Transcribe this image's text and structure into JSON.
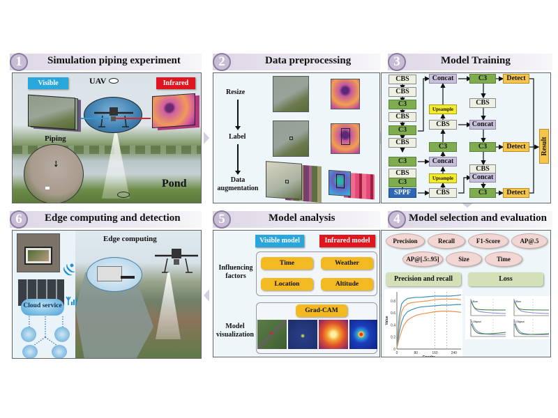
{
  "panels": [
    {
      "number": "1",
      "title": "Simulation piping experiment",
      "labels": {
        "visible": "Visible",
        "uav": "UAV",
        "infrared": "Infrared",
        "piping": "Piping",
        "pond": "Pond"
      }
    },
    {
      "number": "2",
      "title": "Data preprocessing",
      "steps": [
        "Resize",
        "Label",
        "Data augmentation"
      ]
    },
    {
      "number": "3",
      "title": "Model Training",
      "backbone": [
        "CBS",
        "CBS",
        "C3",
        "CBS",
        "C3",
        "CBS",
        "C3",
        "CBS",
        "C3",
        "SPPF"
      ],
      "neck_col1": [
        "Concat",
        "Upsample",
        "CBS",
        "C3",
        "Concat",
        "Upsample",
        "CBS"
      ],
      "neck_col2": [
        "C3",
        "CBS",
        "Concat",
        "C3",
        "CBS",
        "Concat",
        "C3"
      ],
      "heads": [
        "Detect",
        "Detect",
        "Detect"
      ],
      "result": "Result"
    },
    {
      "number": "4",
      "title": "Model selection and evaluation",
      "metrics_row1": [
        "Precision",
        "Recall",
        "F1-Score",
        "AP@.5"
      ],
      "metrics_row2": [
        "AP@[.5:.95]",
        "Size",
        "Time"
      ],
      "buttons": [
        "Precision and recall",
        "Loss"
      ],
      "loss_subplot_titles": [
        "Box",
        "Object",
        "Box",
        "Object"
      ]
    },
    {
      "number": "5",
      "title": "Model analysis",
      "model_tags": [
        "Visible model",
        "Infrared model"
      ],
      "influencing_label": "Influencing factors",
      "factors": [
        "Time",
        "Weather",
        "Location",
        "Altitude"
      ],
      "visualization_label": "Model visualization",
      "gradcam": "Grad-CAM"
    },
    {
      "number": "6",
      "title": "Edge computing and detection",
      "edge_label": "Edge computing",
      "cloud_label": "Cloud service"
    }
  ],
  "colors": {
    "visible_tag": "#29a6dc",
    "infrared_tag": "#e0161e",
    "c3": "#7fac4e",
    "concat": "#c9c0dc",
    "upsample": "#f4ec2a",
    "detect": "#f7c54c",
    "sppf": "#2d68b4",
    "factor": "#f3b923",
    "metric": "#f1d6d3",
    "series_blue": "#3b8fc0",
    "series_orange": "#f0914a"
  },
  "chart_data": {
    "type": "line",
    "title": "",
    "xlabel": "Epochs",
    "ylabel": "Value",
    "xlim": [
      0,
      270
    ],
    "ylim": [
      0,
      0.95
    ],
    "xticks": [
      "0",
      "80",
      "160",
      "240"
    ],
    "yticks": [
      "0",
      "0.2",
      "0.4",
      "0.6",
      "0.8"
    ],
    "vlines": [
      160,
      210
    ],
    "x": [
      0,
      10,
      20,
      30,
      45,
      60,
      80,
      100,
      130,
      160,
      190,
      220,
      250,
      270
    ],
    "series": [
      {
        "name": "blue-upper",
        "color": "blue",
        "values": [
          0.02,
          0.55,
          0.75,
          0.8,
          0.84,
          0.85,
          0.86,
          0.86,
          0.87,
          0.88,
          0.88,
          0.88,
          0.89,
          0.9
        ]
      },
      {
        "name": "orange-upper",
        "color": "orange",
        "values": [
          0.02,
          0.4,
          0.62,
          0.7,
          0.75,
          0.77,
          0.78,
          0.79,
          0.8,
          0.82,
          0.83,
          0.83,
          0.83,
          0.82
        ]
      },
      {
        "name": "blue-lower",
        "color": "blue",
        "values": [
          0.02,
          0.28,
          0.45,
          0.55,
          0.62,
          0.65,
          0.68,
          0.7,
          0.71,
          0.72,
          0.73,
          0.73,
          0.74,
          0.74
        ]
      },
      {
        "name": "orange-lower",
        "color": "orange",
        "values": [
          0.02,
          0.18,
          0.3,
          0.4,
          0.48,
          0.52,
          0.56,
          0.58,
          0.6,
          0.62,
          0.63,
          0.63,
          0.62,
          0.61
        ]
      }
    ]
  }
}
